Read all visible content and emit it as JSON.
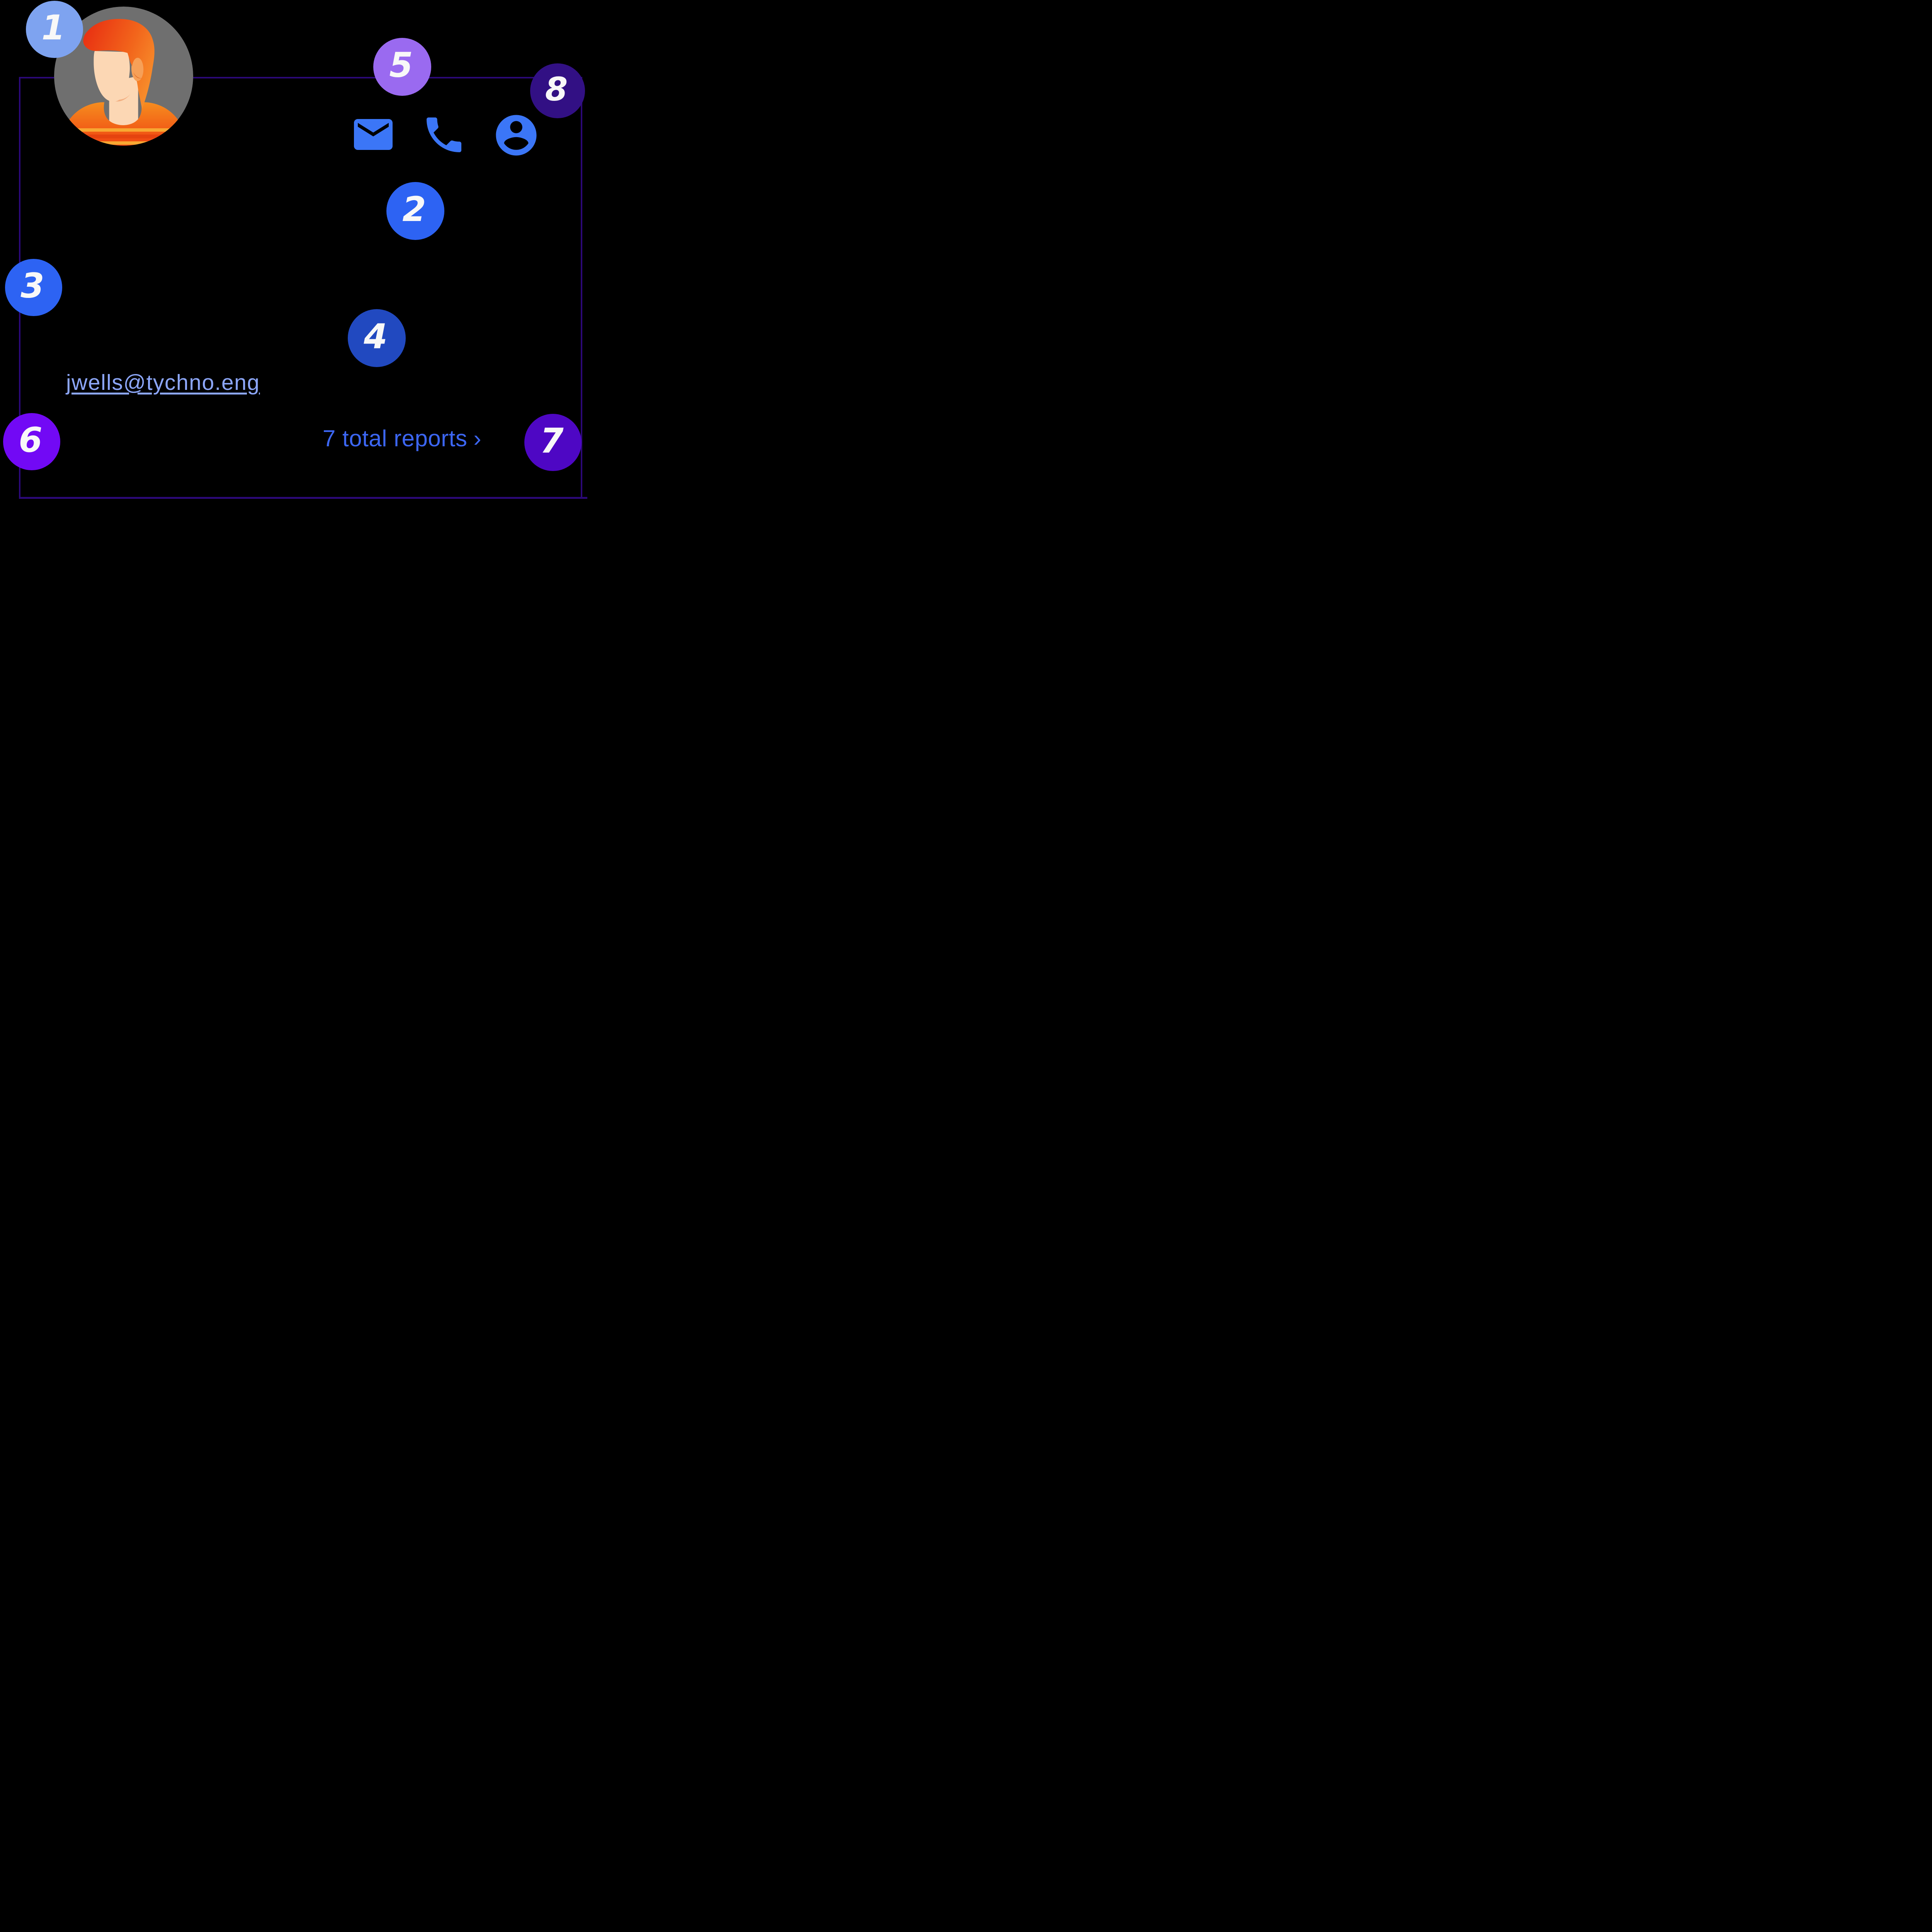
{
  "page": {
    "background": "#000000"
  },
  "annotations": {
    "badges": [
      {
        "number": "1",
        "color": "#7ea3f0"
      },
      {
        "number": "2",
        "color": "#2d63f3"
      },
      {
        "number": "3",
        "color": "#2d63f3"
      },
      {
        "number": "4",
        "color": "#2149c0"
      },
      {
        "number": "5",
        "color": "#9a6af0"
      },
      {
        "number": "6",
        "color": "#7209f5"
      },
      {
        "number": "7",
        "color": "#4e07c4"
      },
      {
        "number": "8",
        "color": "#321084"
      }
    ],
    "number_color": "#f8f8f8"
  },
  "profile_card": {
    "border_color": "#2b0877",
    "icon_color": "#3b76f7",
    "contact_actions": [
      {
        "icon": "email-icon"
      },
      {
        "icon": "phone-icon"
      },
      {
        "icon": "profile-icon"
      }
    ],
    "email": {
      "text": "jwells@tychno.eng",
      "color": "#8ca6f8"
    },
    "reports": {
      "label": "7 total reports",
      "chevron": "›",
      "color": "#3c66f2"
    }
  },
  "avatar": {
    "background": "#6f6f6f",
    "hair_color_left": "#e93312",
    "hair_color_right": "#f8922d",
    "skin_color": "#fcd7b4",
    "shirt_color_top": "#f68d1f",
    "shirt_color_bottom": "#ef3f10"
  }
}
